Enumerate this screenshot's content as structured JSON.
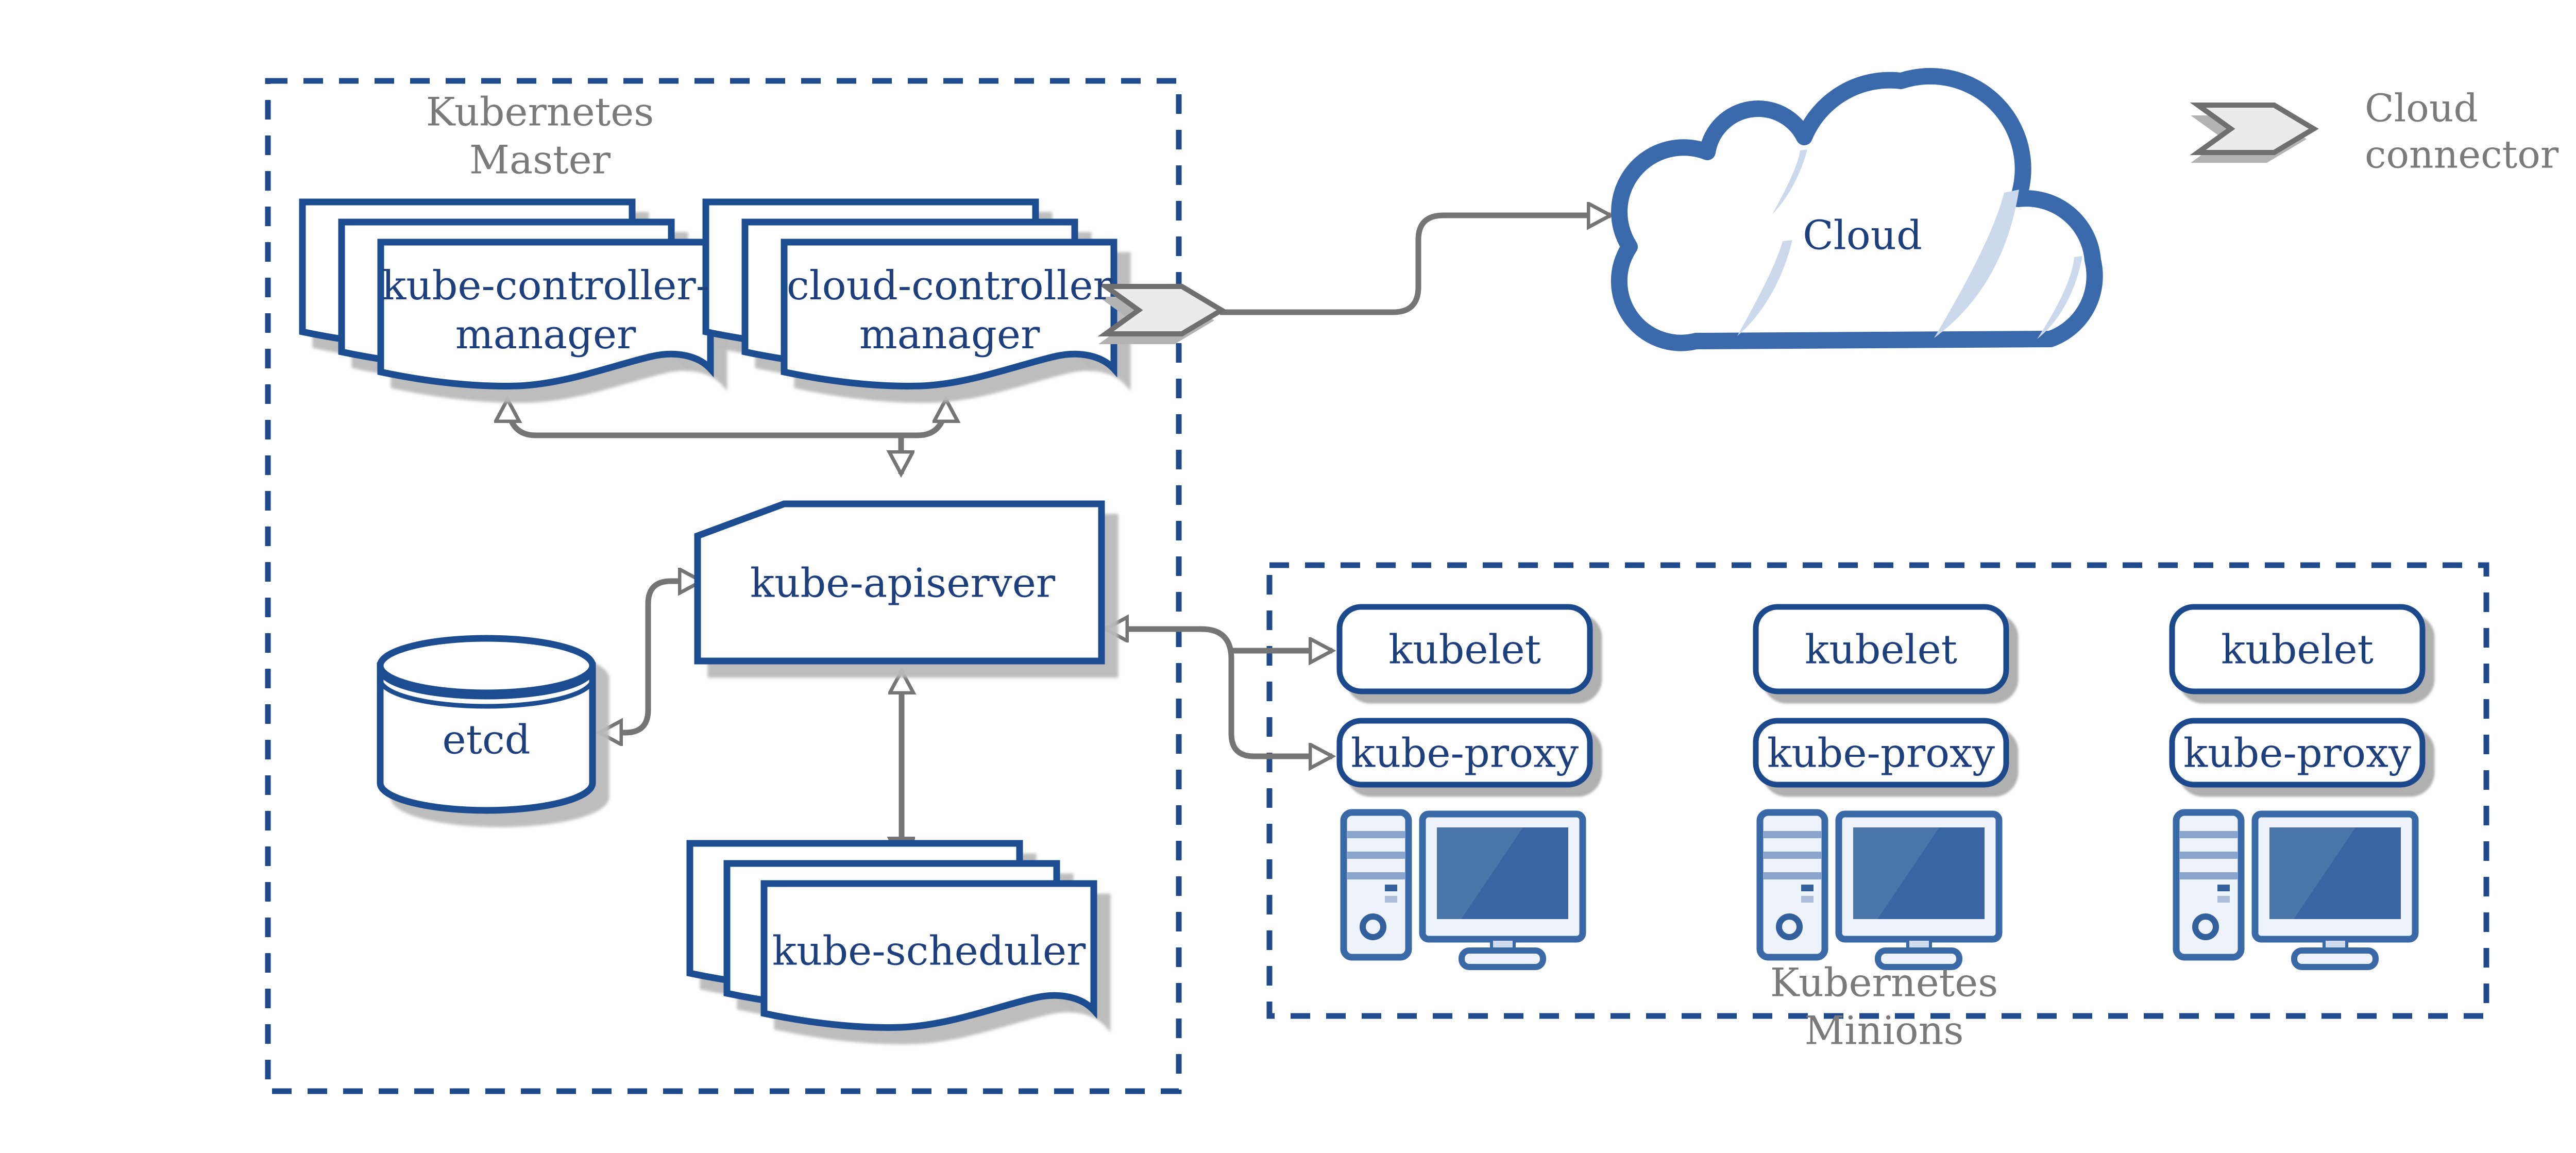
{
  "master": {
    "label": "Kubernetes\nMaster",
    "kube_controller_manager": "kube-controller-\nmanager",
    "cloud_controller_manager": "cloud-controller\nmanager",
    "kube_apiserver": "kube-apiserver",
    "etcd": "etcd",
    "kube_scheduler": "kube-scheduler"
  },
  "cloud": {
    "label": "Cloud"
  },
  "legend": {
    "cloud_connector": "Cloud connector"
  },
  "minions": {
    "label": "Kubernetes\nMinions",
    "nodes": [
      {
        "kubelet": "kubelet",
        "kube_proxy": "kube-proxy"
      },
      {
        "kubelet": "kubelet",
        "kube_proxy": "kube-proxy"
      },
      {
        "kubelet": "kubelet",
        "kube_proxy": "kube-proxy"
      }
    ]
  },
  "colors": {
    "navy_text": "#1e3f7d",
    "shape_border_blue": "#1d4e91",
    "dashed_border_blue": "#1f4a8c",
    "device_blue": "#3a69a8",
    "screen_blue": "#3b66a5",
    "cloud_stroke_blue": "#3a69ac",
    "cloud_highlight": "#ccd9ec",
    "arrow_gray": "#757575",
    "label_gray": "#7a7a7a",
    "shadow_gray": "#b9b9b9",
    "chevron_fill": "#ebebeb",
    "chevron_stroke": "#6f6f6f"
  }
}
